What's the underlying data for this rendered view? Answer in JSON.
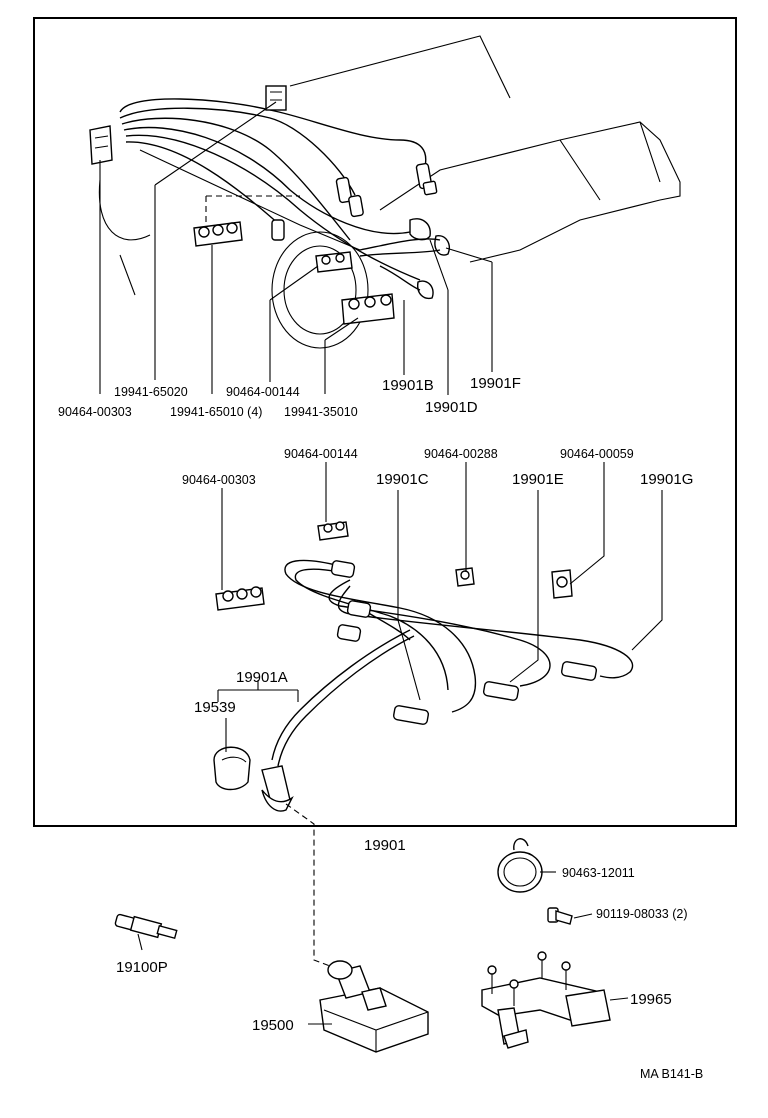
{
  "labels": {
    "p_90464_00303_top": "90464-00303",
    "p_19941_65020": "19941-65020",
    "p_19941_65010": "19941-65010 (4)",
    "p_90464_00144_top": "90464-00144",
    "p_19941_35010": "19941-35010",
    "p_19901B": "19901B",
    "p_19901D": "19901D",
    "p_19901F": "19901F",
    "p_90464_00144_mid": "90464-00144",
    "p_90464_00288": "90464-00288",
    "p_90464_00059": "90464-00059",
    "p_90464_00303_mid": "90464-00303",
    "p_19901C": "19901C",
    "p_19901E": "19901E",
    "p_19901G": "19901G",
    "p_19901A": "19901A",
    "p_19539": "19539",
    "p_19901": "19901",
    "p_90463_12011": "90463-12011",
    "p_90119_08033": "90119-08033 (2)",
    "p_19100P": "19100P",
    "p_19500": "19500",
    "p_19965": "19965",
    "diagram_code": "MA B141-B"
  }
}
